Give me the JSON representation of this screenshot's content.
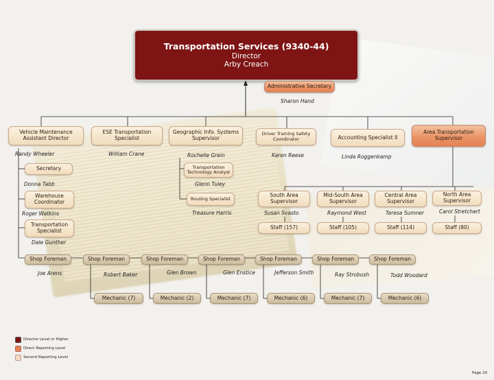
{
  "director": {
    "title": "Transportation Services (9340-44)",
    "role": "Director",
    "name": "Arby Creach"
  },
  "admin": {
    "role": "Administrative Secretary",
    "name": "Sharon Hand"
  },
  "top_row": [
    {
      "role": "Vehicle Maintenance Assistant Director",
      "name": "Randy Wheeler"
    },
    {
      "role": "ESE Transportation Specialist",
      "name": "William Crane"
    },
    {
      "role": "Geographic Info. Systems Supervisor",
      "name": "Rochelle Grein"
    },
    {
      "role": "Driver Training Safety Coordinator",
      "name": "Karen Reese"
    },
    {
      "role": "Accounting Specialist II",
      "name": "Linda Roggenkamp"
    },
    {
      "role": "Area Transportation Supervisor",
      "name": ""
    }
  ],
  "left_column": [
    {
      "role": "Secretary",
      "name": "Donna Tabb"
    },
    {
      "role": "Warehouse Coordinator",
      "name": "Roger Watkins"
    },
    {
      "role": "Transportation Specialist",
      "name": "Dale Gunther"
    }
  ],
  "gis": [
    {
      "role": "Transportation Technology Analyst",
      "name": "Glenn Tuley"
    },
    {
      "role": "Routing Specialist",
      "name": "Treasure Harris"
    }
  ],
  "areas": [
    {
      "role": "South Area Supervisor",
      "name": "Susan Svasto",
      "staff": "Staff (157)"
    },
    {
      "role": "Mid-South Area Supervisor",
      "name": "Raymond West",
      "staff": "Staff (105)"
    },
    {
      "role": "Central Area Supervisor",
      "name": "Teresa Sumner",
      "staff": "Staff (114)"
    },
    {
      "role": "North Area Supervisor",
      "name": "Carol Stretchert",
      "staff": "Staff (80)"
    }
  ],
  "shop": [
    {
      "role": "Shop Foreman",
      "name": "Joe Arens",
      "mech": ""
    },
    {
      "role": "Shop Foreman",
      "name": "Robert Baker",
      "mech": "Mechanic (7)"
    },
    {
      "role": "Shop Foreman",
      "name": "Glen Brown",
      "mech": "Mechanic (2)"
    },
    {
      "role": "Shop Foreman",
      "name": "Glen Enstice",
      "mech": "Mechanic (7)"
    },
    {
      "role": "Shop Foreman",
      "name": "Jefferson Smith",
      "mech": "Mechanic (6)"
    },
    {
      "role": "Shop Foreman",
      "name": "Ray Strobush",
      "mech": "Mechanic (7)"
    },
    {
      "role": "Shop Foreman",
      "name": "Todd Woodard",
      "mech": "Mechanic (6)"
    }
  ],
  "legend": {
    "l1": "Director Level or Higher",
    "l2": "Direct Reporting Level",
    "l3": "Second Reporting Level"
  },
  "page": "Page 20",
  "colors": {
    "director": "#7e1414",
    "direct": "#e48355",
    "second": "#f1dcbd",
    "shop": "#cdbb9d"
  }
}
